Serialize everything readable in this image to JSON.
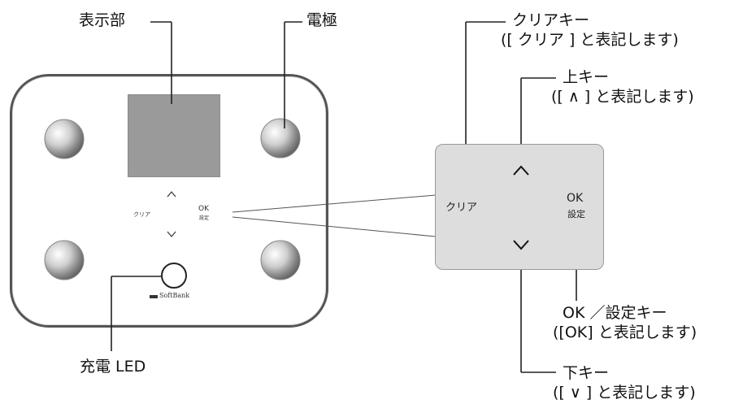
{
  "labels": {
    "display": "表示部",
    "electrode": "電極",
    "clear_key": "クリアキー",
    "clear_key_note": "([ クリア ] と表記します)",
    "up_key": "上キー",
    "up_key_note": "([ ∧ ] と表記します)",
    "ok_key": "OK ／設定キー",
    "ok_key_note": "([OK] と表記します)",
    "down_key": "下キー",
    "down_key_note": "([ ∨ ] と表記します)",
    "charge_led": "充電 LED"
  },
  "device": {
    "clear": "クリア",
    "ok": "OK",
    "setting": "設定",
    "up_glyph": "∧",
    "down_glyph": "∨",
    "brand": "SoftBank"
  },
  "panel": {
    "clear": "クリア",
    "ok": "OK",
    "setting": "設定"
  }
}
